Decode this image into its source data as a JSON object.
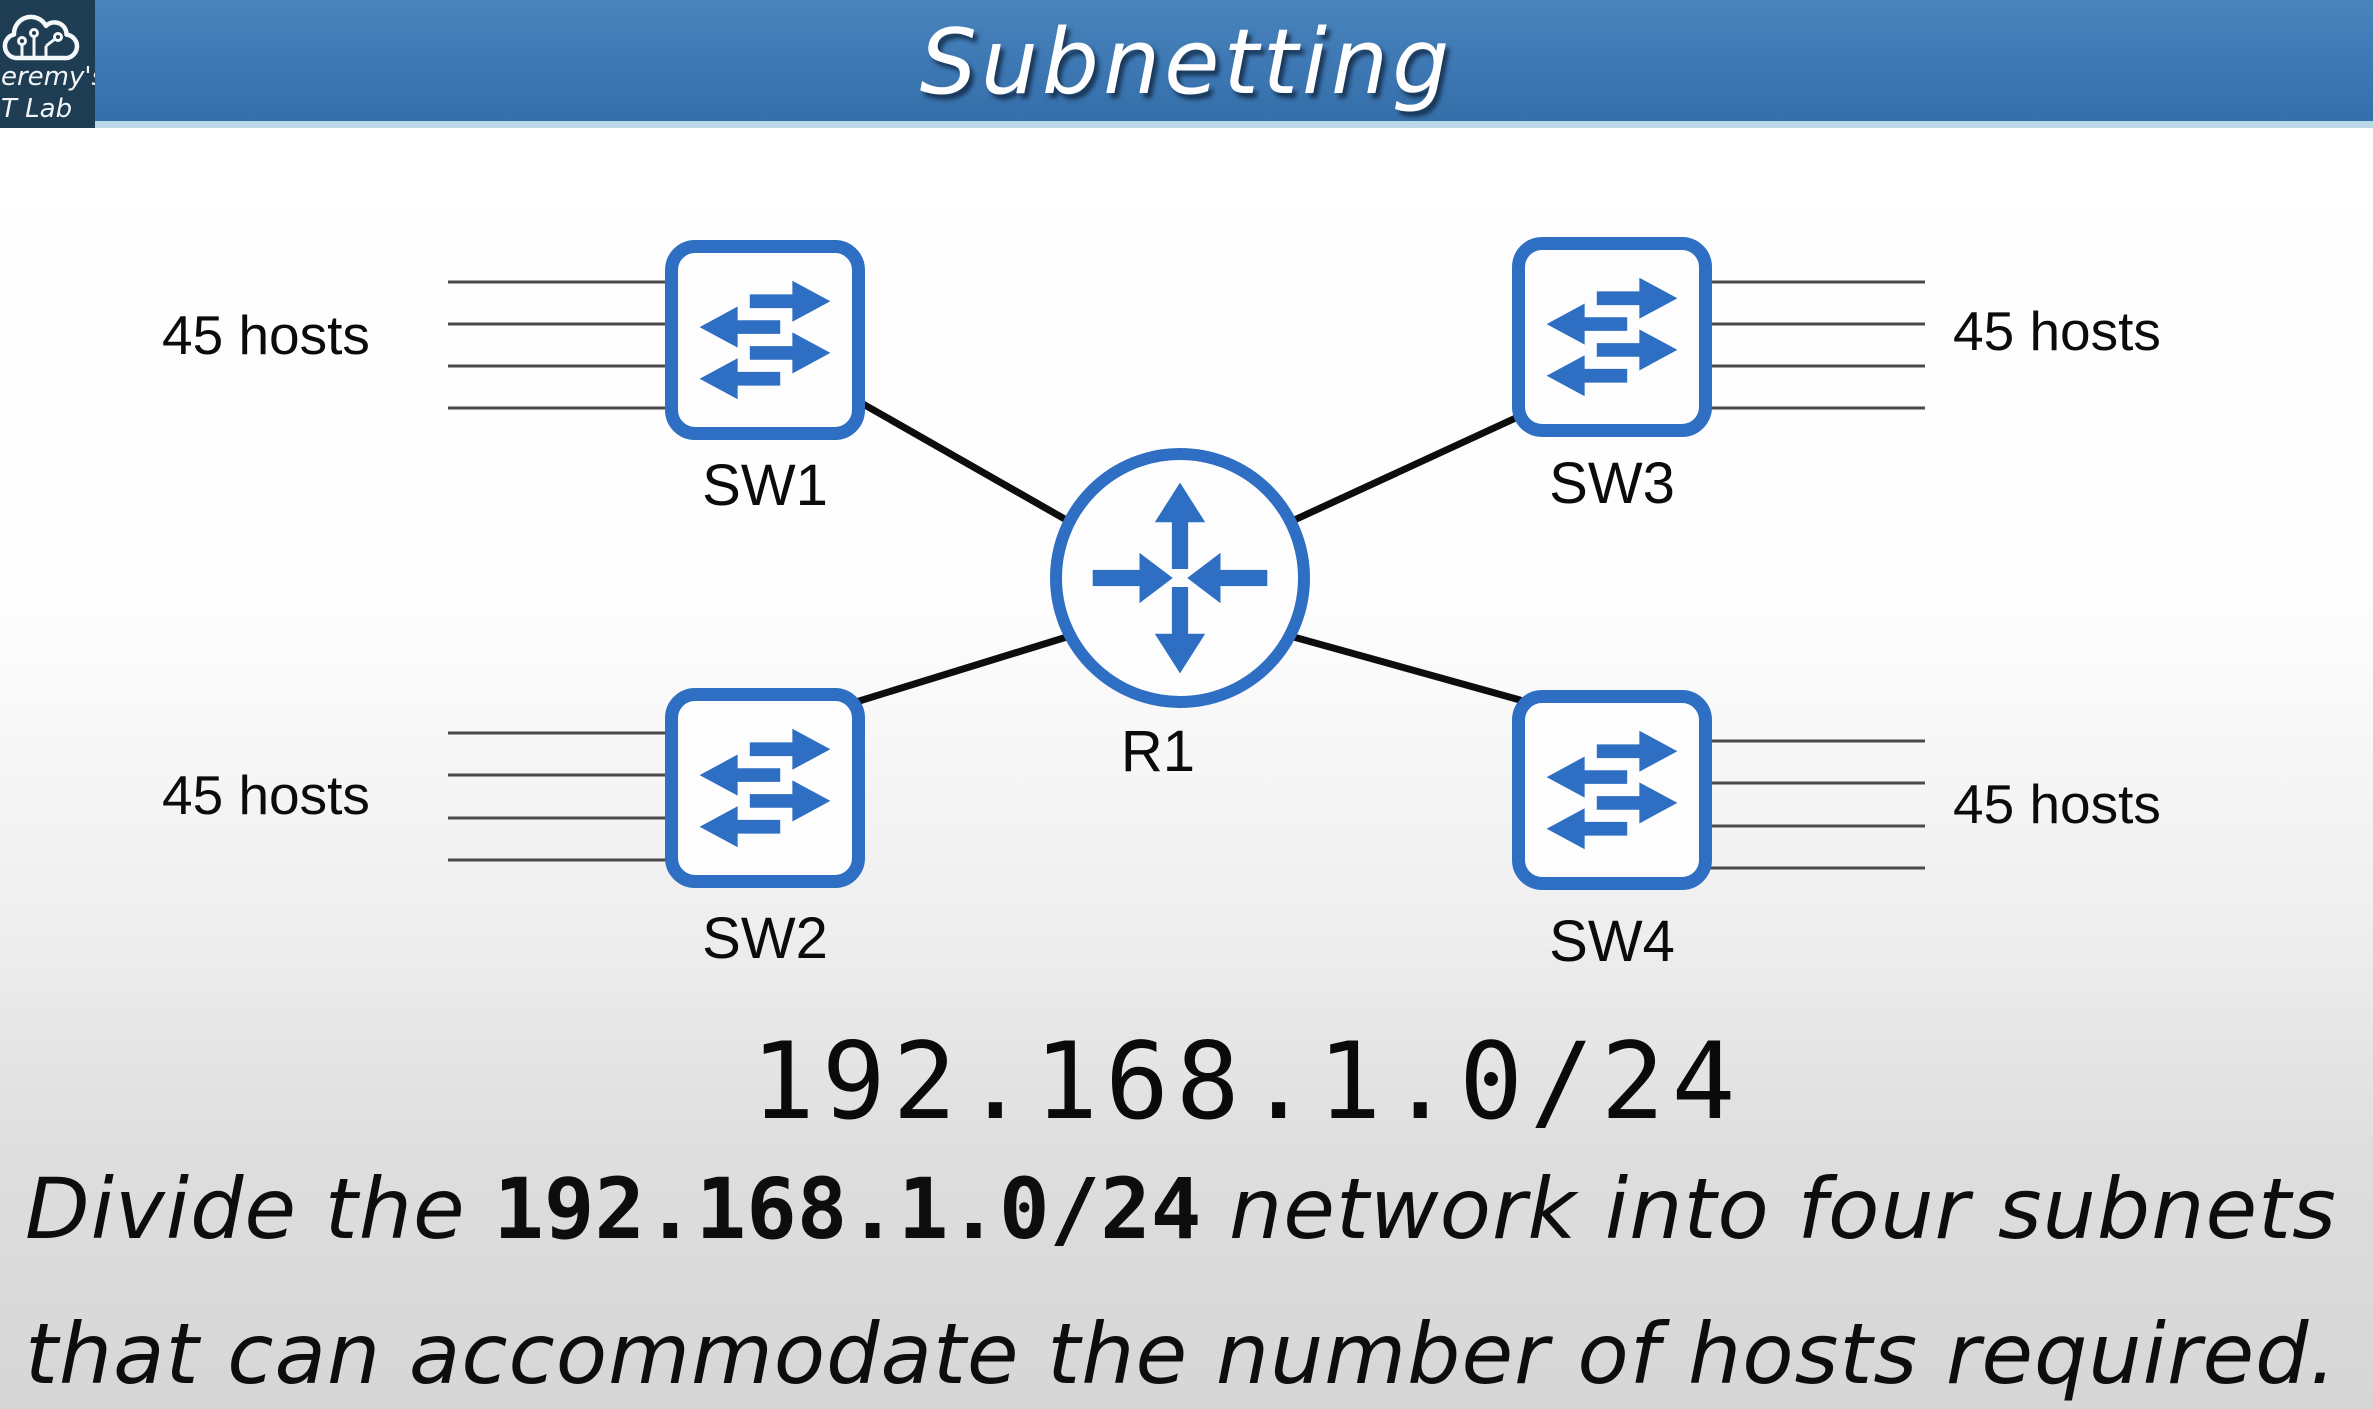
{
  "header": {
    "title": "Subnetting",
    "logo": {
      "line1": "eremy's",
      "line2": "T Lab"
    }
  },
  "diagram": {
    "router": {
      "label": "R1"
    },
    "switches": [
      {
        "label": "SW1",
        "hosts_label": "45 hosts",
        "position": "top-left"
      },
      {
        "label": "SW2",
        "hosts_label": "45 hosts",
        "position": "bottom-left"
      },
      {
        "label": "SW3",
        "hosts_label": "45 hosts",
        "position": "top-right"
      },
      {
        "label": "SW4",
        "hosts_label": "45 hosts",
        "position": "bottom-right"
      }
    ],
    "network_address": "192.168.1.0/24"
  },
  "task": {
    "line1_pre": "Divide the ",
    "line1_network": "192.168.1.0/24",
    "line1_post": " network into four subnets",
    "line2": "that can accommodate the number of hosts required."
  },
  "colors": {
    "header_blue": "#3d78b4",
    "logo_navy": "#1e3d52",
    "device_blue": "#2e6fc3",
    "link_black": "#0d0d0d",
    "host_line_gray": "#4a4a4a"
  }
}
